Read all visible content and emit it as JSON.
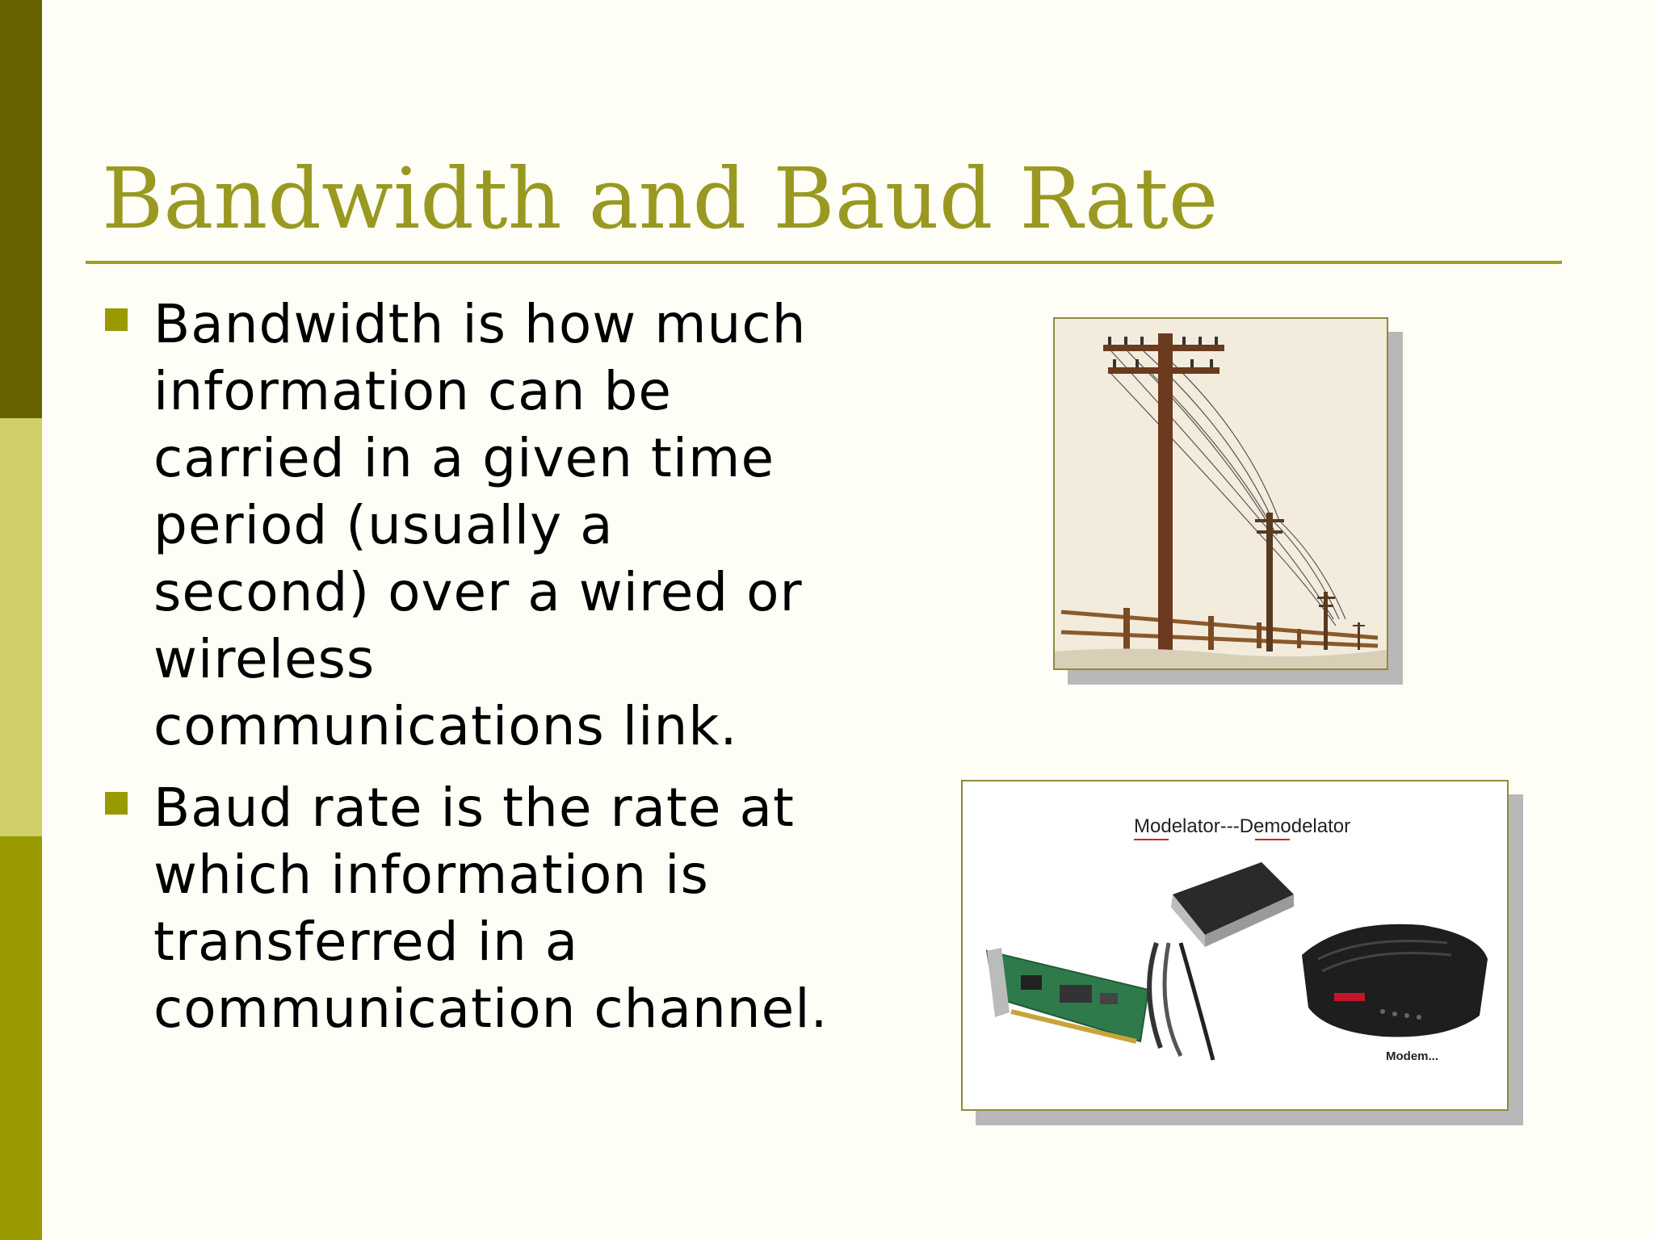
{
  "slide": {
    "title": "Bandwidth and Baud Rate",
    "bullets": [
      {
        "text": "Bandwidth is how much\ninformation can be\ncarried in a given time\nperiod (usually a\nsecond) over a wired or\nwireless\ncommunications link."
      },
      {
        "text": "Baud rate is the rate at\nwhich information is\ntransferred in a\ncommunication channel."
      }
    ]
  },
  "images": {
    "modem_caption": "Modelator---Demodelator",
    "modem_label": "Modem..."
  },
  "colors": {
    "accent": "#999922",
    "stripe_dark": "#676200",
    "stripe_light": "#cfcf6a",
    "stripe_mid": "#999900"
  }
}
